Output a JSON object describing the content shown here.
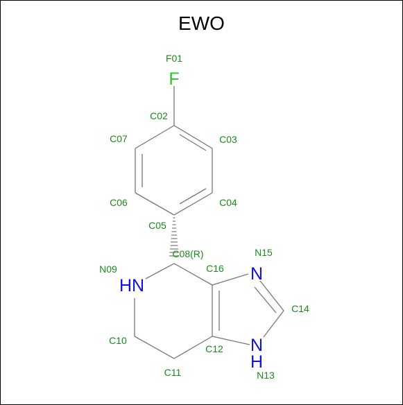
{
  "title": "EWO",
  "colors": {
    "label": "#1a8a1a",
    "nitrogen": "#1010e0",
    "fluorine": "#22cc22",
    "bond": "#777777",
    "frame": "#000000"
  },
  "atom_labels": {
    "F01": "F01",
    "C02": "C02",
    "C03": "C03",
    "C04": "C04",
    "C05": "C05",
    "C06": "C06",
    "C07": "C07",
    "C08": "C08(R)",
    "N09": "N09",
    "C10": "C10",
    "C11": "C11",
    "C12": "C12",
    "N13": "N13",
    "C14": "C14",
    "N15": "N15",
    "C16": "C16"
  },
  "atom_symbols": {
    "F": "F",
    "HN": "HN",
    "N15": "N",
    "N13": "N",
    "H13": "H"
  }
}
